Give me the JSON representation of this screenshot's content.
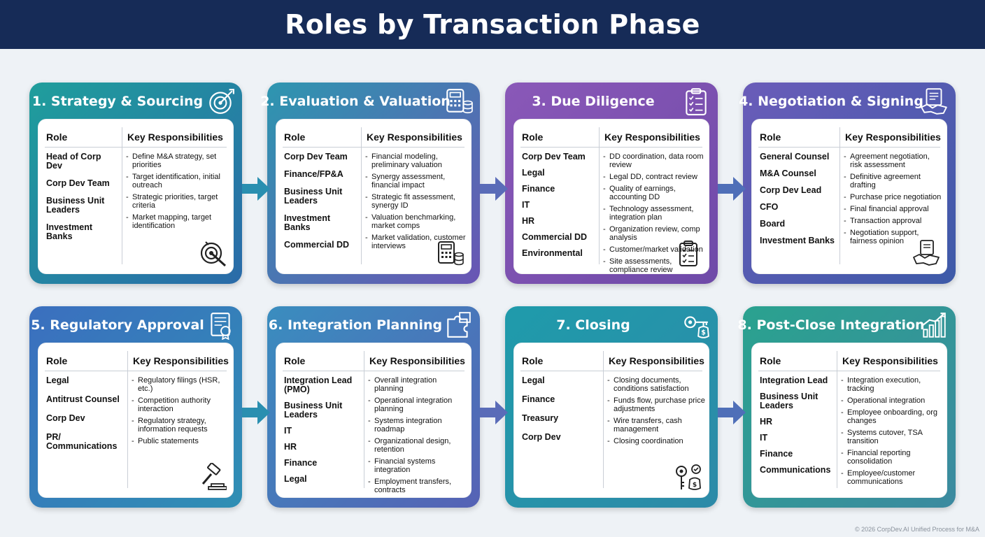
{
  "title": "Roles by Transaction Phase",
  "footer": "© 2026 CorpDev.AI Unified Process for M&A",
  "columns": {
    "role": "Role",
    "responsibilities": "Key Responsibilities"
  },
  "phases": [
    {
      "title": "1. Strategy & Sourcing",
      "icon": "target-icon",
      "color_from": "#1f9e9c",
      "color_to": "#2a6ba9",
      "roles": [
        "Head of Corp Dev",
        "Corp Dev Team",
        "Business Unit Leaders",
        "Investment Banks"
      ],
      "responsibilities": [
        "Define M&A strategy, set priorities",
        "Target identification, initial outreach",
        "Strategic priorities, target criteria",
        "Market mapping, target identification"
      ]
    },
    {
      "title": "2. Evaluation & Valuation",
      "icon": "calculator-icon",
      "color_from": "#2d96b0",
      "color_to": "#6a55b4",
      "roles": [
        "Corp Dev Team",
        "Finance/FP&A",
        "Business Unit Leaders",
        "Investment Banks",
        "Commercial DD"
      ],
      "responsibilities": [
        "Financial modeling, preliminary valuation",
        "Synergy assessment, financial impact",
        "Strategic fit assessment, synergy ID",
        "Valuation benchmarking, market comps",
        "Market validation, customer interviews"
      ]
    },
    {
      "title": "3. Due Diligence",
      "icon": "clipboard-icon",
      "color_from": "#8a58b8",
      "color_to": "#6e4aa8",
      "roles": [
        "Corp Dev Team",
        "Legal",
        "Finance",
        "IT",
        "HR",
        "Commercial DD",
        "Environmental"
      ],
      "responsibilities": [
        "DD coordination, data room review",
        "Legal DD, contract review",
        "Quality of earnings, accounting DD",
        "Technology assessment, integration plan",
        "Organization review, comp analysis",
        "Customer/market validation",
        "Site assessments, compliance review"
      ]
    },
    {
      "title": "4. Negotiation & Signing",
      "icon": "handshake-icon",
      "color_from": "#6a5cb9",
      "color_to": "#3d5aa8",
      "roles": [
        "General Counsel",
        "M&A Counsel",
        "Corp Dev Lead",
        "CFO",
        "Board",
        "Investment Banks"
      ],
      "responsibilities": [
        "Agreement negotiation, risk assessment",
        "Definitive agreement drafting",
        "Purchase price negotiation",
        "Final financial approval",
        "Transaction approval",
        "Negotiation support, fairness opinion"
      ]
    },
    {
      "title": "5. Regulatory Approval",
      "icon": "gavel-icon",
      "color_from": "#3b6fbf",
      "color_to": "#2f8fb4",
      "roles": [
        "Legal",
        "Antitrust Counsel",
        "Corp Dev",
        "PR/ Communications"
      ],
      "responsibilities": [
        "Regulatory filings (HSR, etc.)",
        "Competition authority interaction",
        "Regulatory strategy, information requests",
        "Public statements"
      ]
    },
    {
      "title": "6. Integration Planning",
      "icon": "puzzle-icon",
      "color_from": "#3a8dbf",
      "color_to": "#5662b5",
      "roles": [
        "Integration Lead (PMO)",
        "Business Unit Leaders",
        "IT",
        "HR",
        "Finance",
        "Legal"
      ],
      "responsibilities": [
        "Overall integration planning",
        "Operational integration planning",
        "Systems integration roadmap",
        "Organizational design, retention",
        "Financial systems integration",
        "Employment transfers, contracts"
      ]
    },
    {
      "title": "7. Closing",
      "icon": "keys-icon",
      "color_from": "#1f9bab",
      "color_to": "#2d8aa8",
      "roles": [
        "Legal",
        "Finance",
        "Treasury",
        "Corp Dev"
      ],
      "responsibilities": [
        "Closing documents, conditions satisfaction",
        "Funds flow, purchase price adjustments",
        "Wire transfers, cash management",
        "Closing coordination"
      ]
    },
    {
      "title": "8. Post-Close Integration",
      "icon": "growth-chart-icon",
      "color_from": "#2aa28f",
      "color_to": "#3c8aa0",
      "roles": [
        "Integration Lead",
        "Business Unit Leaders",
        "HR",
        "IT",
        "Finance",
        "Communications"
      ],
      "responsibilities": [
        "Integration execution, tracking",
        "Operational integration",
        "Employee onboarding, org changes",
        "Systems cutover, TSA transition",
        "Financial reporting consolidation",
        "Employee/customer communications"
      ]
    }
  ]
}
